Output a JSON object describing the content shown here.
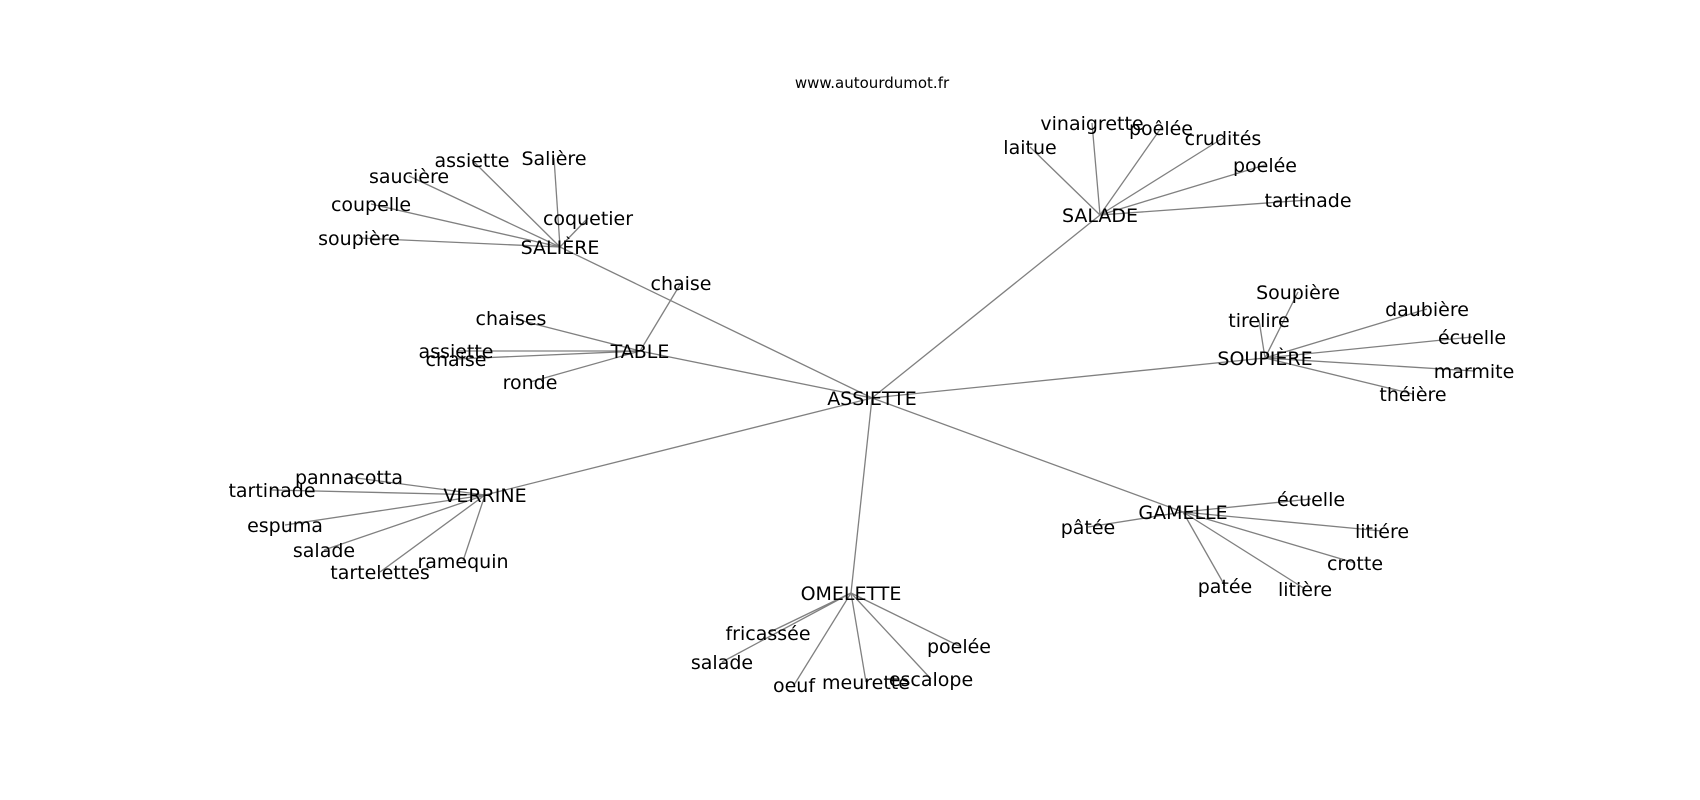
{
  "site": "www.autourdumot.fr",
  "graph": {
    "root": {
      "id": "root",
      "label": "ASSIETTE"
    },
    "hubs": [
      {
        "id": "saliere",
        "label": "SALIÈRE",
        "children": [
          "assiette",
          "Salière",
          "saucière",
          "coupelle",
          "coquetier",
          "soupière"
        ]
      },
      {
        "id": "salade",
        "label": "SALADE",
        "children": [
          "vinaigrette",
          "poêlée",
          "laitue",
          "crudités",
          "poelée",
          "tartinade"
        ]
      },
      {
        "id": "table",
        "label": "TABLE",
        "children": [
          "chaise",
          "chaises",
          "assiette",
          "chaise",
          "ronde"
        ]
      },
      {
        "id": "soupiere",
        "label": "SOUPIÈRE",
        "children": [
          "Soupière",
          "daubière",
          "tirelire",
          "écuelle",
          "marmite",
          "théière"
        ]
      },
      {
        "id": "verrine",
        "label": "VERRINE",
        "children": [
          "pannacotta",
          "tartinade",
          "espuma",
          "salade",
          "tartelettes",
          "ramequin"
        ]
      },
      {
        "id": "gamelle",
        "label": "GAMELLE",
        "children": [
          "écuelle",
          "pâtée",
          "litiére",
          "crotte",
          "patée",
          "litière"
        ]
      },
      {
        "id": "omelette",
        "label": "OMELETTE",
        "children": [
          "fricassée",
          "salade",
          "poelée",
          "oeuf",
          "meurette",
          "escalope"
        ]
      }
    ]
  }
}
